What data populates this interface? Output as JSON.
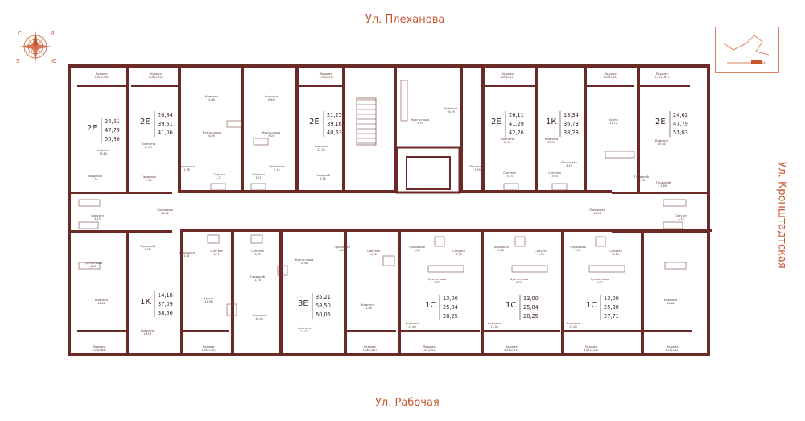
{
  "streets": {
    "north": "Ул. Плеханова",
    "south": "Ул. Рабочая",
    "east": "Ул. Кронштадтская"
  },
  "colors": {
    "wall": "#6b2a25",
    "street": "#c9552c",
    "accent": "#e08060"
  },
  "compass": {
    "icon": "compass-rose-icon",
    "letters": [
      "С",
      "В",
      "Ю",
      "З"
    ]
  },
  "key_plan": {
    "icon": "key-plan-icon"
  },
  "apartments": [
    {
      "code": "2Е",
      "values": [
        "24,61",
        "47,79",
        "50,80"
      ]
    },
    {
      "code": "2Е",
      "values": [
        "20,84",
        "39,51",
        "41,06"
      ]
    },
    {
      "code": "2Е",
      "values": [
        "21,25",
        "39,16",
        "40,63"
      ]
    },
    {
      "code": "2Е",
      "values": [
        "26,11",
        "41,29",
        "42,76"
      ]
    },
    {
      "code": "1К",
      "values": [
        "13,34",
        "36,73",
        "38,28"
      ]
    },
    {
      "code": "2Е",
      "values": [
        "24,62",
        "47,79",
        "51,03"
      ]
    },
    {
      "code": "1К",
      "values": [
        "14,18",
        "37,09",
        "38,56"
      ]
    },
    {
      "code": "3Е",
      "values": [
        "35,21",
        "58,50",
        "60,05"
      ]
    },
    {
      "code": "1С",
      "values": [
        "13,00",
        "25,84",
        "28,25"
      ]
    },
    {
      "code": "1С",
      "values": [
        "13,00",
        "25,84",
        "28,25"
      ]
    },
    {
      "code": "1С",
      "values": [
        "13,00",
        "25,30",
        "27,71"
      ]
    }
  ],
  "rooms": [
    {
      "name": "Лоджия",
      "area": "3,92(1,96)"
    },
    {
      "name": "Лоджия",
      "area": "3,08(1,63)"
    },
    {
      "name": "Лоджия",
      "area": "2,94(1,47)"
    },
    {
      "name": "Лоджия",
      "area": "2,94(1,47)"
    },
    {
      "name": "Лоджия",
      "area": "3,09(1,63)"
    },
    {
      "name": "Лоджия",
      "area": "3,22(1,63)"
    },
    {
      "name": "Комната",
      "area": "9,60"
    },
    {
      "name": "Комната",
      "area": "8,65"
    },
    {
      "name": "Кухня-ниша",
      "area": "9,29"
    },
    {
      "name": "Комната",
      "area": "16,29"
    },
    {
      "name": "Кухня-ниша",
      "area": "6,59"
    },
    {
      "name": "Кухня-ниша",
      "area": "9,07"
    },
    {
      "name": "Кухня",
      "area": "12,72"
    },
    {
      "name": "Комната",
      "area": "13,60"
    },
    {
      "name": "Комната",
      "area": "11,34"
    },
    {
      "name": "Комната",
      "area": "12,59"
    },
    {
      "name": "Комната",
      "area": "15,40"
    },
    {
      "name": "Комната",
      "area": "13,34"
    },
    {
      "name": "Комната",
      "area": "15,80"
    },
    {
      "name": "Прихожая",
      "area": "5,78"
    },
    {
      "name": "Прихожая",
      "area": "5,15"
    },
    {
      "name": "Прихожая",
      "area": "5,59"
    },
    {
      "name": "Прихожая",
      "area": "4,43"
    },
    {
      "name": "Гардероб",
      "area": "2,66"
    },
    {
      "name": "Гардероб",
      "area": "2,64"
    },
    {
      "name": "Гардероб",
      "area": "2,66"
    },
    {
      "name": "Гардероб",
      "area": "2,55"
    },
    {
      "name": "Гардероб",
      "area": "2,68"
    },
    {
      "name": "Санузел",
      "area": "3,71"
    },
    {
      "name": "Санузел",
      "area": "3,71"
    },
    {
      "name": "Санузел",
      "area": "3,53"
    },
    {
      "name": "Санузел",
      "area": "3,64"
    },
    {
      "name": "Санузел",
      "area": "4,13"
    },
    {
      "name": "Санузел",
      "area": "4,13"
    },
    {
      "name": "Прихожая",
      "area": "10,40"
    },
    {
      "name": "Прихожая",
      "area": "10,40"
    },
    {
      "name": "Гардероб",
      "area": "2,46"
    },
    {
      "name": "Прихожая",
      "area": "5,41"
    },
    {
      "name": "Санузел",
      "area": "3,71"
    },
    {
      "name": "Санузел",
      "area": "3,85"
    },
    {
      "name": "Гардероб",
      "area": "2,76"
    },
    {
      "name": "Кухня-ниша",
      "area": "8,36"
    },
    {
      "name": "Прихожая",
      "area": "4,63"
    },
    {
      "name": "Санузел",
      "area": "4,30"
    },
    {
      "name": "Прихожая",
      "area": "3,66"
    },
    {
      "name": "Санузел",
      "area": "3,38"
    },
    {
      "name": "Прихожая",
      "area": "3,66"
    },
    {
      "name": "Санузел",
      "area": "3,38"
    },
    {
      "name": "Прихожая",
      "area": "3,15"
    },
    {
      "name": "Санузел",
      "area": "4,15"
    },
    {
      "name": "Кухня-ниша",
      "area": "6,21"
    },
    {
      "name": "Кухня-ниша",
      "area": "5,80"
    },
    {
      "name": "Кухня-ниша",
      "area": "6,00"
    },
    {
      "name": "Кухня-ниша",
      "area": "6,00"
    },
    {
      "name": "Комната",
      "area": "16,61"
    },
    {
      "name": "Кухня",
      "area": "11,36"
    },
    {
      "name": "Комната",
      "area": "18,04"
    },
    {
      "name": "Комната",
      "area": "11,66"
    },
    {
      "name": "Комната",
      "area": "16,62"
    },
    {
      "name": "Комната",
      "area": "14,16"
    },
    {
      "name": "Комната",
      "area": "12,57"
    },
    {
      "name": "Комната",
      "area": "13,00"
    },
    {
      "name": "Комната",
      "area": "13,00"
    },
    {
      "name": "Комната",
      "area": "13,00"
    },
    {
      "name": "Лоджия",
      "area": "3,09(1,65)"
    },
    {
      "name": "Лоджия",
      "area": "2,94(1,47)"
    },
    {
      "name": "Лоджия",
      "area": "3,08(1,60)"
    },
    {
      "name": "Лоджия",
      "area": "4,81(2,41)"
    },
    {
      "name": "Лоджия",
      "area": "4,81(2,41)"
    },
    {
      "name": "Лоджия",
      "area": "4,81(2,41)"
    },
    {
      "name": "Лоджия",
      "area": "3,22(1,62)"
    }
  ]
}
